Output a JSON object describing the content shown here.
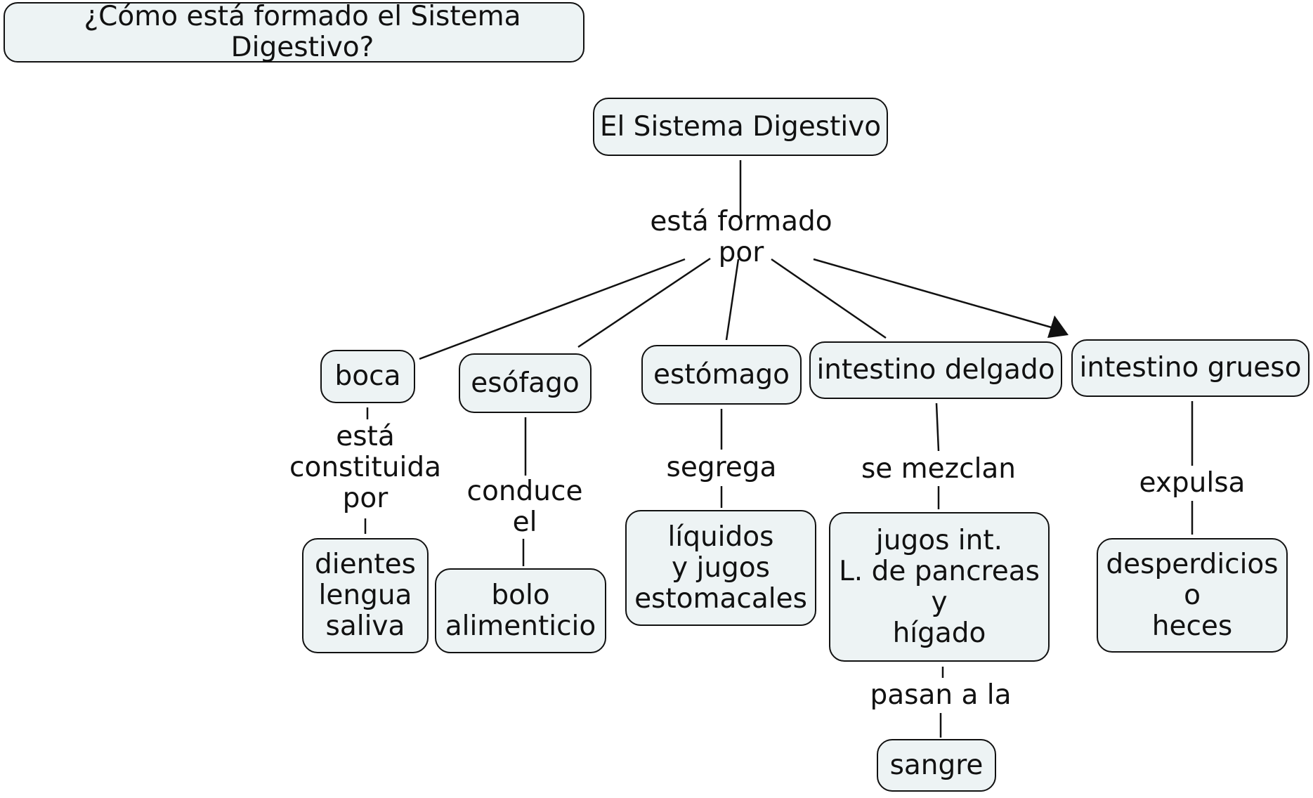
{
  "question": "¿Cómo está formado el Sistema Digestivo?",
  "concepts": {
    "sistema_digestivo": "El Sistema Digestivo",
    "boca": "boca",
    "esofago": "esófago",
    "estomago": "estómago",
    "intestino_delgado": "intestino delgado",
    "intestino_grueso": "intestino grueso",
    "dientes": "dientes\nlengua\nsaliva",
    "bolo": "bolo\nalimenticio",
    "liquidos": "líquidos\ny jugos\nestomacales",
    "jugos": "jugos int.\nL. de pancreas\ny\nhígado",
    "sangre": "sangre",
    "desperdicios": "desperdicios\no\nheces"
  },
  "linking_phrases": {
    "formado_por": "está formado por",
    "constituida_por": "está\nconstituida\npor",
    "conduce_el": "conduce\nel",
    "segrega": "segrega",
    "se_mezclan": "se mezclan",
    "pasan_a_la": "pasan a la",
    "expulsa": "expulsa"
  },
  "colors": {
    "node_fill": "#edf3f4",
    "stroke": "#111111"
  }
}
